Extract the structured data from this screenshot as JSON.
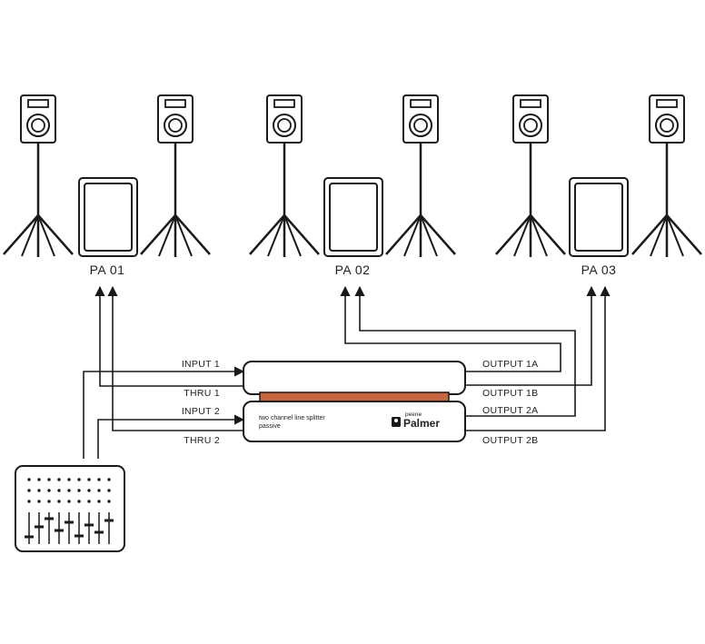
{
  "pa_labels": [
    "PA 01",
    "PA 02",
    "PA 03"
  ],
  "splitter": {
    "model_line1": "two channel line splitter",
    "model_line2": "passive",
    "brand_small": "peene",
    "brand": "Palmer"
  },
  "inputs": {
    "input_1": "INPUT 1",
    "thru_1": "THRU 1",
    "input_2": "INPUT 2",
    "thru_2": "THRU 2"
  },
  "outputs": {
    "output_1a": "OUTPUT 1A",
    "output_1b": "OUTPUT 1B",
    "output_2a": "OUTPUT 2A",
    "output_2b": "OUTPUT 2B"
  },
  "colors": {
    "line": "#1a1a1a",
    "accent": "#c8653a"
  }
}
